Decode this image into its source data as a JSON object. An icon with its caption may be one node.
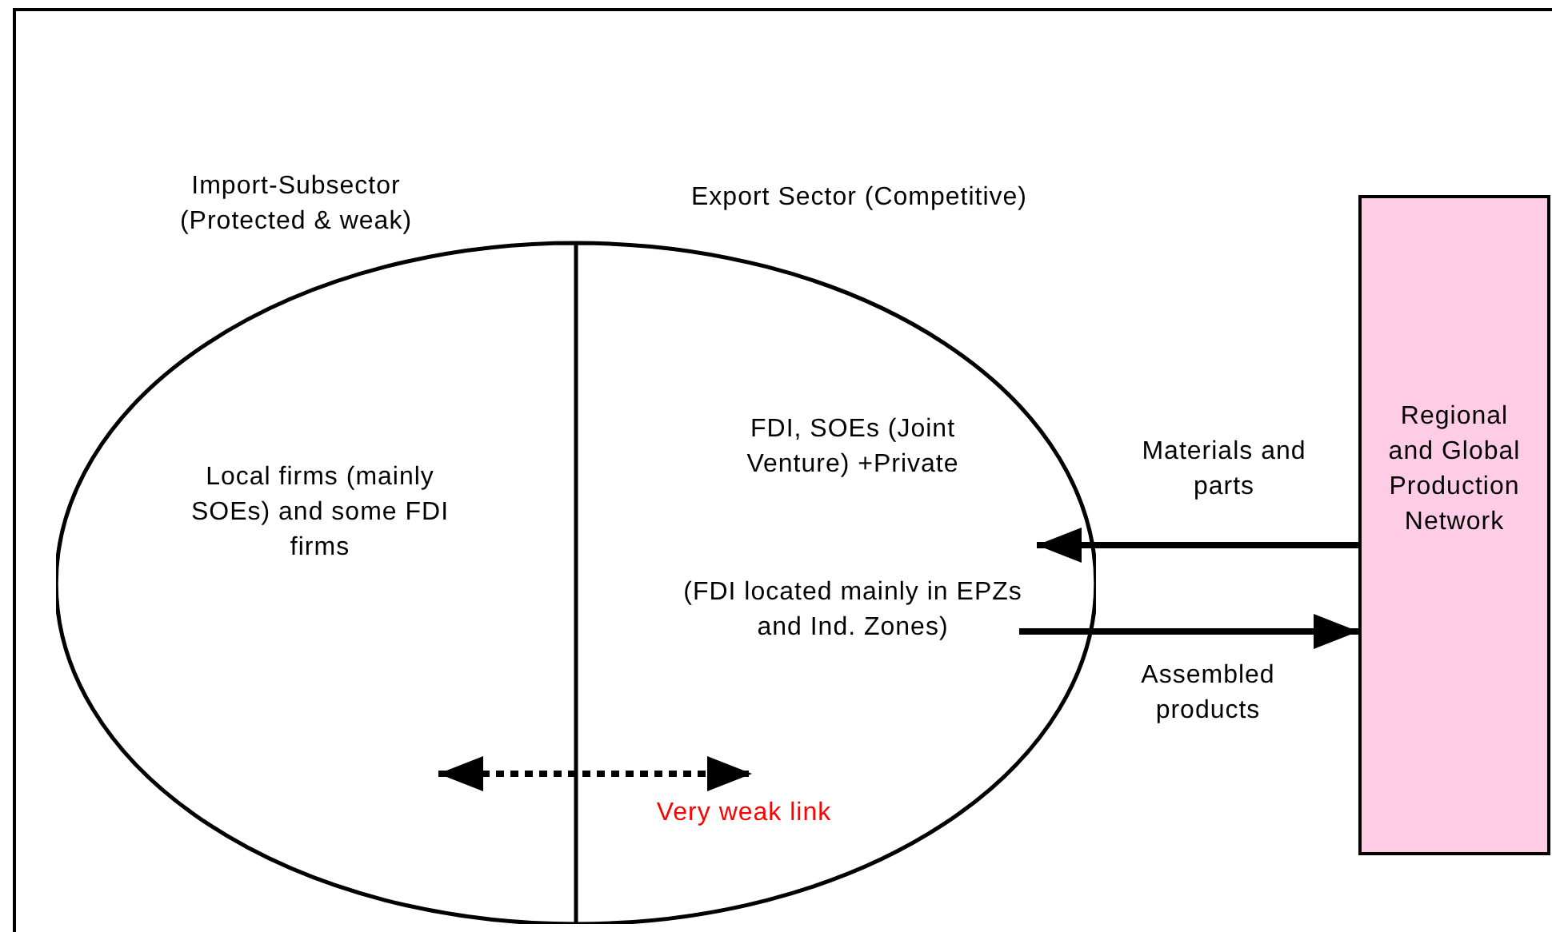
{
  "diagram": {
    "nodes": [
      {
        "text": [
          "Import-Subsector (Protected & weak)",
          "Local firms (mainly SOEs) and some FDI firms"
        ]
      },
      {
        "text": [
          "Export Sector (Competitive)",
          "FDI, SOEs (Joint Venture) +Private",
          "(FDI located mainly in EPZs and Ind. Zones)"
        ]
      },
      {
        "text": [
          "Regional and Global Production Network"
        ]
      }
    ],
    "edges": [
      {
        "from": 2,
        "to": 1,
        "arrow": "to",
        "label": "Materials and parts"
      },
      {
        "from": 1,
        "to": 2,
        "arrow": "to",
        "label": "Assembled products"
      },
      {
        "from": 0,
        "to": 1,
        "arrow": "both",
        "label": "Very weak link",
        "style": "dashed"
      }
    ]
  }
}
